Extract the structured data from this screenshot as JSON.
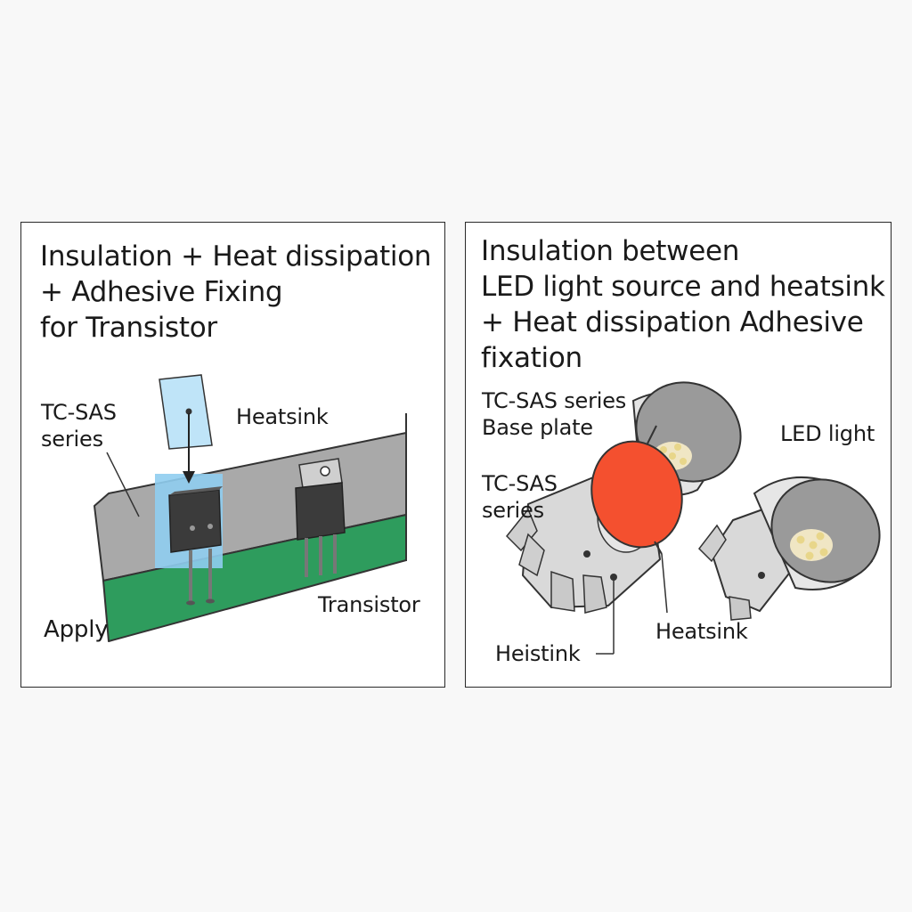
{
  "left_panel": {
    "title_lines": [
      "Insulation + Heat dissipation",
      "+ Adhesive Fixing",
      "for Transistor"
    ],
    "labels": {
      "tc_sas_lines": [
        "TC-SAS",
        "series"
      ],
      "heatsink": "Heatsink",
      "transistor": "Transistor",
      "apply": "Apply"
    },
    "colors": {
      "board": "#2e9c5d",
      "heatsink_plate": "#a9a9a9",
      "pad": "#8fcdf0"
    }
  },
  "right_panel": {
    "title_lines": [
      "Insulation between",
      "LED light source and heatsink",
      "+ Heat dissipation Adhesive",
      "fixation"
    ],
    "labels": {
      "tc_sas_base_lines": [
        "TC-SAS series",
        "Base plate"
      ],
      "led_light": "LED light",
      "tc_sas_lines": [
        "TC-SAS",
        "series"
      ],
      "heatsink": "Heatsink",
      "heistink": "Heistink"
    },
    "colors": {
      "pad": "#f4502f",
      "housing": "#d9d9d9"
    }
  }
}
